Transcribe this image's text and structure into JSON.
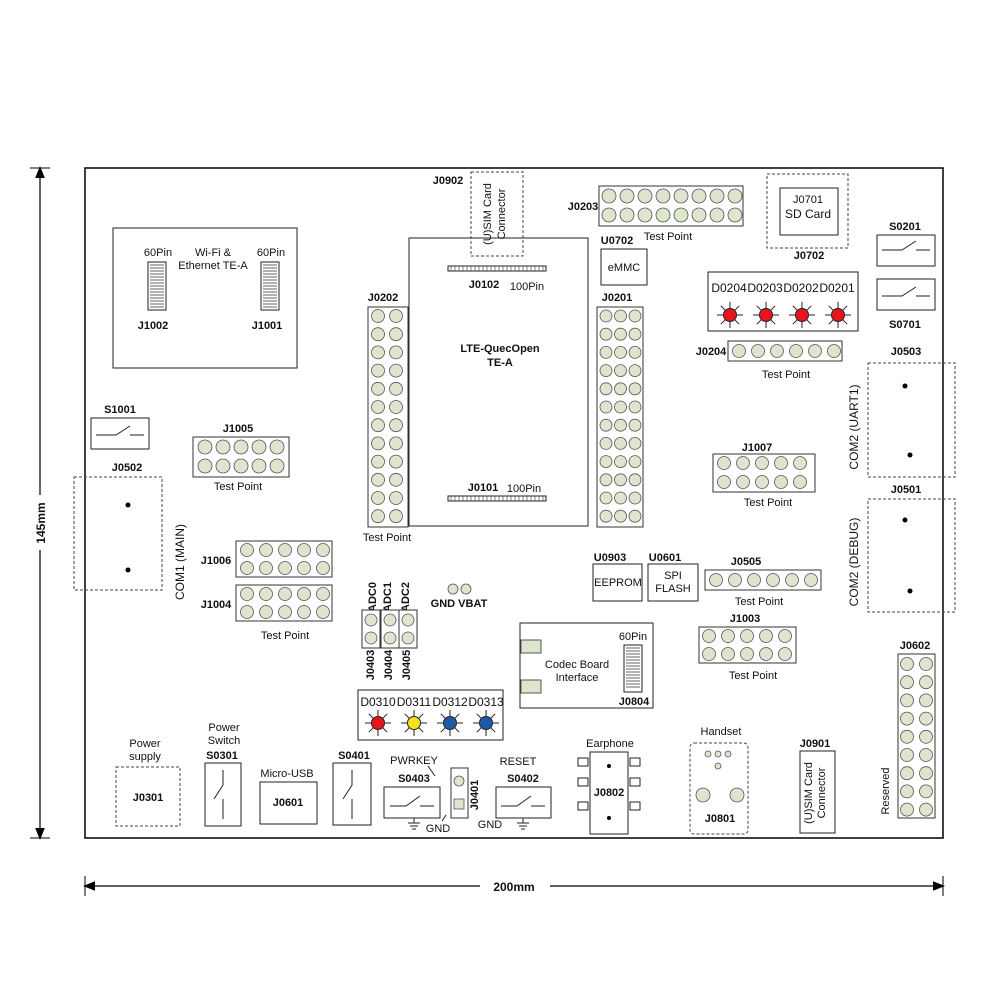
{
  "dimensions": {
    "height": "145mm",
    "width": "200mm"
  },
  "labels": {
    "j0902": "J0902",
    "j0902_text_1": "(U)SIM Card",
    "j0902_text_2": "Connector",
    "j0203": "J0203",
    "j0203_tp": "Test Point",
    "j0701": "J0701",
    "sd_card": "SD Card",
    "j0702": "J0702",
    "s0201": "S0201",
    "s0701": "S0701",
    "u0702": "U0702",
    "emmc": "eMMC",
    "j0102": "J0102",
    "pin100_a": "100Pin",
    "lte_1": "LTE-QuecOpen",
    "lte_2": "TE-A",
    "j0101": "J0101",
    "pin100_b": "100Pin",
    "j0202": "J0202",
    "j0202_tp": "Test Point",
    "j0201": "J0201",
    "d0204": "D0204",
    "d0203": "D0203",
    "d0202": "D0202",
    "d0201": "D0201",
    "j0204": "J0204",
    "j0204_tp": "Test Point",
    "j0503": "J0503",
    "com2_uart1": "COM2 (UART1)",
    "j0501": "J0501",
    "com2_debug": "COM2 (DEBUG)",
    "wifi_1": "Wi-Fi &",
    "wifi_2": "Ethernet TE-A",
    "pin60_a": "60Pin",
    "pin60_b": "60Pin",
    "j1002": "J1002",
    "j1001": "J1001",
    "s1001": "S1001",
    "j1005": "J1005",
    "j1005_tp": "Test Point",
    "j0502": "J0502",
    "com1_main": "COM1 (MAIN)",
    "j1007": "J1007",
    "j1007_tp": "Test Point",
    "j1006": "J1006",
    "j1004": "J1004",
    "j1004_tp": "Test Point",
    "adc0": "ADC0",
    "adc1": "ADC1",
    "adc2": "ADC2",
    "j0403": "J0403",
    "j0404": "J0404",
    "j0405": "J0405",
    "gnd_vbat": "GND  VBAT",
    "u0903": "U0903",
    "eeprom": "EEPROM",
    "u0601": "U0601",
    "spi": "SPI",
    "flash": "FLASH",
    "j0505": "J0505",
    "j0505_tp": "Test Point",
    "codec_1": "Codec Board",
    "codec_2": "Interface",
    "pin60_c": "60Pin",
    "j0804": "J0804",
    "j1003": "J1003",
    "j1003_tp": "Test Point",
    "j0602": "J0602",
    "reserved": "Reserved",
    "d0310": "D0310",
    "d0311": "D0311",
    "d0312": "D0312",
    "d0313": "D0313",
    "power_supply_1": "Power",
    "power_supply_2": "supply",
    "j0301": "J0301",
    "power_switch_1": "Power",
    "power_switch_2": "Switch",
    "s0301": "S0301",
    "micro_usb": "Micro-USB",
    "j0601": "J0601",
    "s0401": "S0401",
    "pwrkey": "PWRKEY",
    "s0403": "S0403",
    "gnd_1": "GND",
    "j0401": "J0401",
    "reset": "RESET",
    "s0402": "S0402",
    "gnd_2": "GND",
    "earphone": "Earphone",
    "j0802": "J0802",
    "handset": "Handset",
    "j0801": "J0801",
    "j0901": "J0901",
    "j0901_text_1": "(U)SIM Card",
    "j0901_text_2": "Connector"
  },
  "colors": {
    "led_red": "#e8141b",
    "led_yellow": "#f5e31a",
    "led_blue": "#1f5aa8",
    "pin_fill": "#dde5cf"
  },
  "leds": {
    "group1": [
      "red",
      "red",
      "red",
      "red"
    ],
    "group2": [
      "red",
      "yellow",
      "blue",
      "blue"
    ]
  }
}
